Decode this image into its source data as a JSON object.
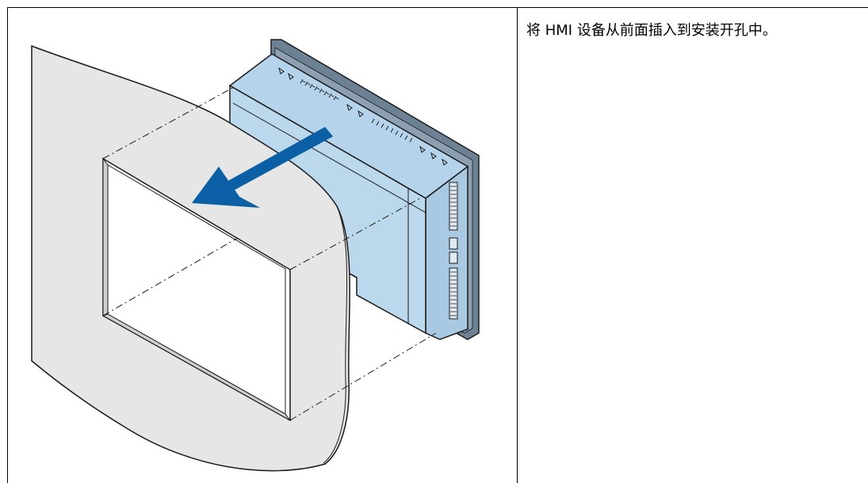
{
  "instruction": {
    "text": "将 HMI 设备从前面插入到安装开孔中。"
  },
  "figure": {
    "icons": [
      "mounting-cutout-panel",
      "hmi-device",
      "insertion-arrow-icon"
    ],
    "colors": {
      "panel": "#e6e6e6",
      "device_body": "#b5d3ea",
      "device_frame": "#6c8294",
      "arrow": "#0b5fa5",
      "outline": "#1a1a1a"
    }
  }
}
